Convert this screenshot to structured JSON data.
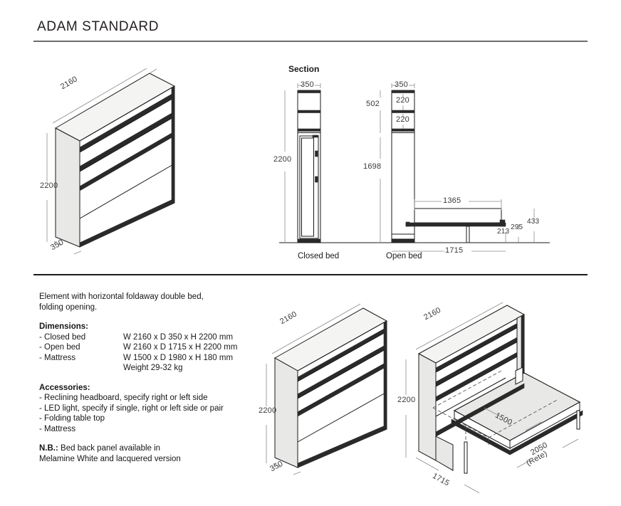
{
  "header": {
    "title": "ADAM STANDARD"
  },
  "section_drawings": {
    "heading": "Section",
    "closed_bed": {
      "caption": "Closed bed",
      "depth": "350",
      "height": "2200"
    },
    "open_bed": {
      "caption": "Open bed",
      "depth": "350",
      "shelf_block_height": "502",
      "shelf_1": "220",
      "shelf_2": "220",
      "wall_height": "1698",
      "bed_length": "1365",
      "total_depth": "1715",
      "h_213": "213",
      "h_295": "295",
      "h_433": "433"
    }
  },
  "iso_top_left": {
    "width": "2160",
    "height": "2200",
    "depth": "350"
  },
  "iso_bottom_left": {
    "width": "2160",
    "height": "2200",
    "depth": "350"
  },
  "iso_bottom_right": {
    "width": "2160",
    "height": "2200",
    "depth": "1715",
    "mattress_width": "1500",
    "bed_base": "2050",
    "bed_base_note": "(Rete)"
  },
  "description": {
    "line1": "Element with horizontal foldaway double bed,",
    "line2": "folding opening."
  },
  "dimensions": {
    "heading": "Dimensions:",
    "rows": [
      {
        "label": "- Closed bed",
        "value": "W 2160 x D 350 x H 2200 mm"
      },
      {
        "label": "- Open bed",
        "value": "W 2160 x D 1715 x H 2200 mm"
      },
      {
        "label": "- Mattress",
        "value": "W 1500 x D 1980 x H 180 mm"
      },
      {
        "label": "",
        "value": "Weight 29-32 kg"
      }
    ]
  },
  "accessories": {
    "heading": "Accessories:",
    "items": [
      "- Reclining headboard, specify right or left side",
      "- LED light, specify if single, right or left side or pair",
      "- Folding table top",
      "- Mattress"
    ]
  },
  "note": {
    "prefix": "N.B.:",
    "line1": " Bed back panel available in",
    "line2": "Melamine White and lacquered version"
  },
  "colors": {
    "ink": "#1a1a1a",
    "dim_line": "#8c8c8c",
    "panel_light": "#f4f4f2",
    "panel_mid": "#e8e8e6",
    "shadow": "#3b3b3b"
  }
}
